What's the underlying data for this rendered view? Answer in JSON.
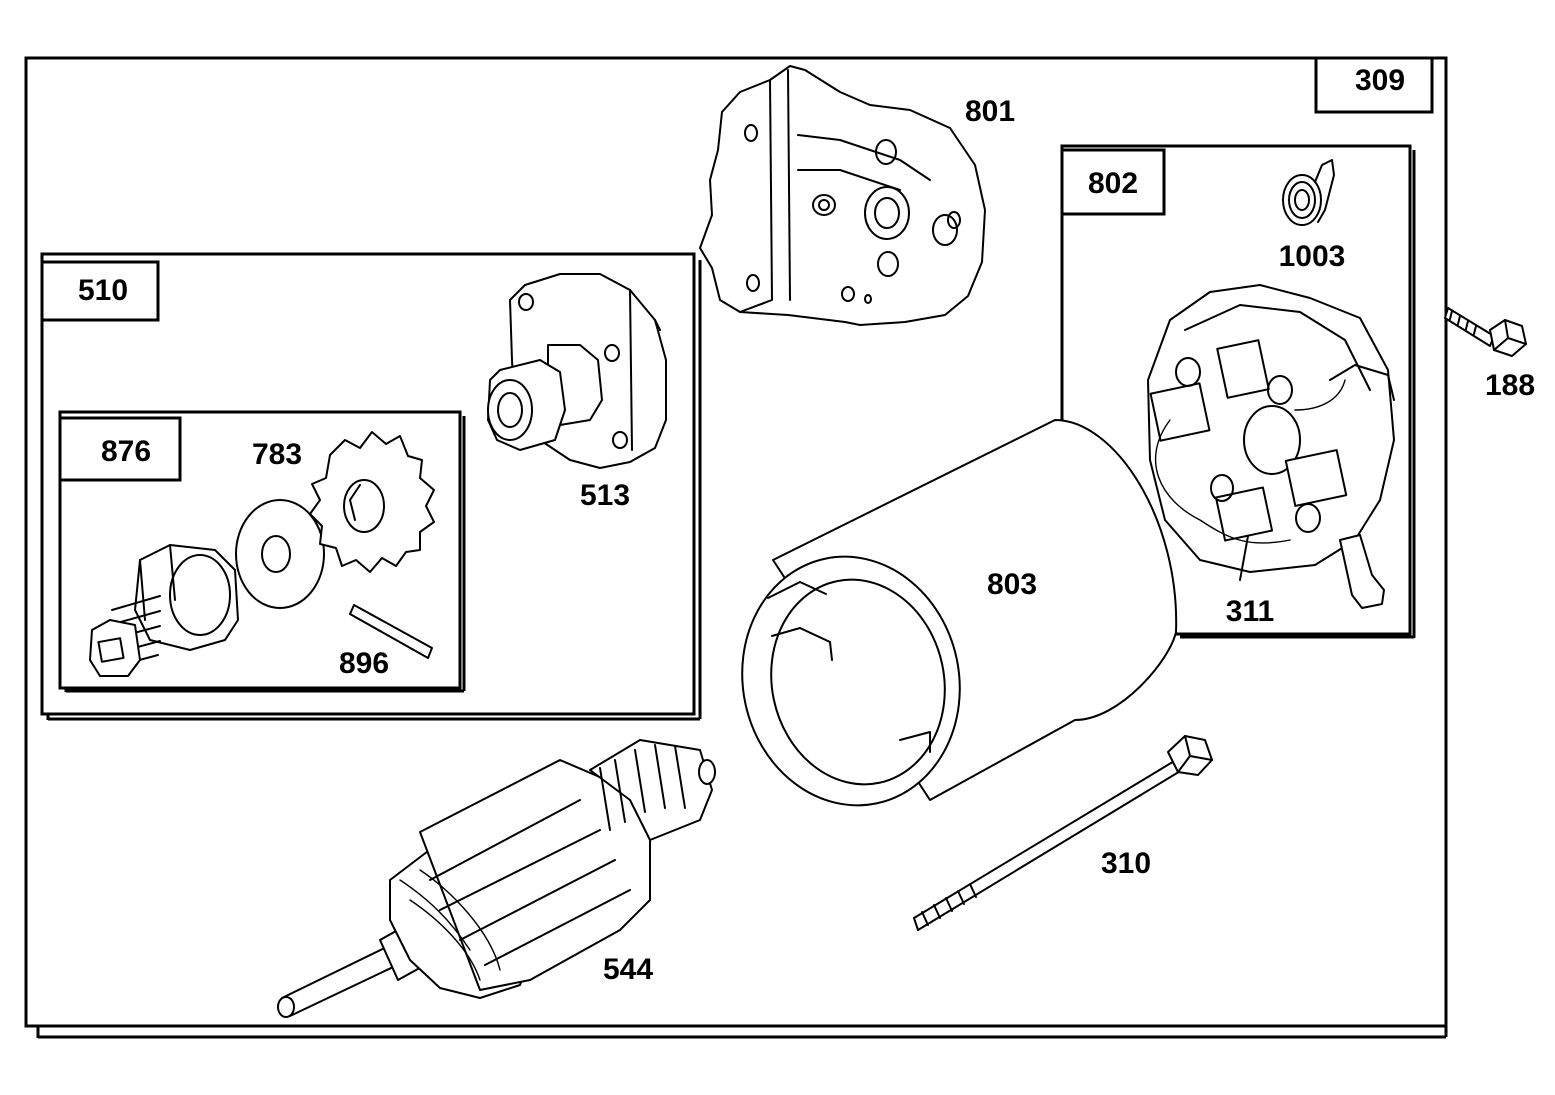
{
  "groups": {
    "g309": "309",
    "g802": "802",
    "g510": "510",
    "g876": "876"
  },
  "parts": {
    "p801": "801",
    "p1003": "1003",
    "p188": "188",
    "p513": "513",
    "p783": "783",
    "p896": "896",
    "p803": "803",
    "p311": "311",
    "p310": "310",
    "p544": "544"
  }
}
